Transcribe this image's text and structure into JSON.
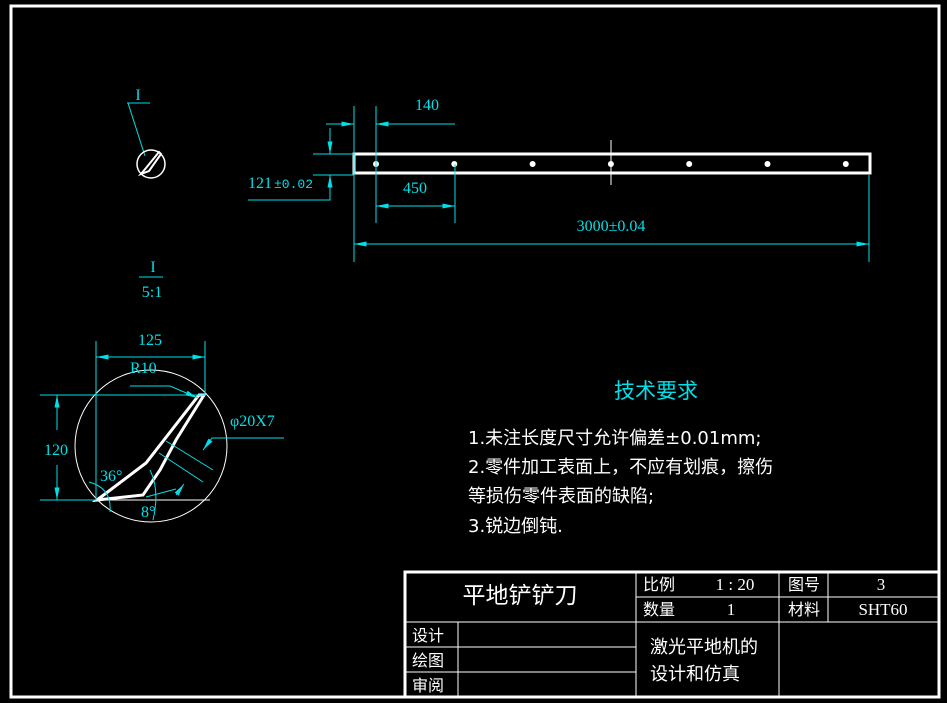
{
  "drawing": {
    "detail_mark": "I",
    "detail_view": {
      "label": "I",
      "scale": "5:1"
    },
    "main_view": {
      "hole_count": 7,
      "dimensions": {
        "hole_offset": "140",
        "height": "121",
        "height_tolerance": "±0.02",
        "hole_pitch": "450",
        "length": "3000±0.04"
      }
    },
    "detail_dimensions": {
      "width": "125",
      "radius": "R10",
      "height": "120",
      "hole": "φ20X7",
      "angle_1": "36°",
      "angle_2": "8°"
    }
  },
  "technical_requirements": {
    "title": "技术要求",
    "items": [
      "1.未注长度尺寸允许偏差±0.01mm;",
      "2.零件加工表面上，不应有划痕，擦伤",
      "等损伤零件表面的缺陷;",
      "3.锐边倒钝."
    ]
  },
  "title_block": {
    "part_name": "平地铲铲刀",
    "scale_label": "比例",
    "scale_value": "1 : 20",
    "drawing_no_label": "图号",
    "drawing_no_value": "3",
    "quantity_label": "数量",
    "quantity_value": "1",
    "material_label": "材料",
    "material_value": "SHT60",
    "design_label": "设计",
    "draw_label": "绘图",
    "review_label": "审阅",
    "project_line1": "激光平地机的",
    "project_line2": "设计和仿真"
  },
  "colors": {
    "background": "#000000",
    "dimension": "#00e0e8",
    "geometry": "#ffffff"
  }
}
